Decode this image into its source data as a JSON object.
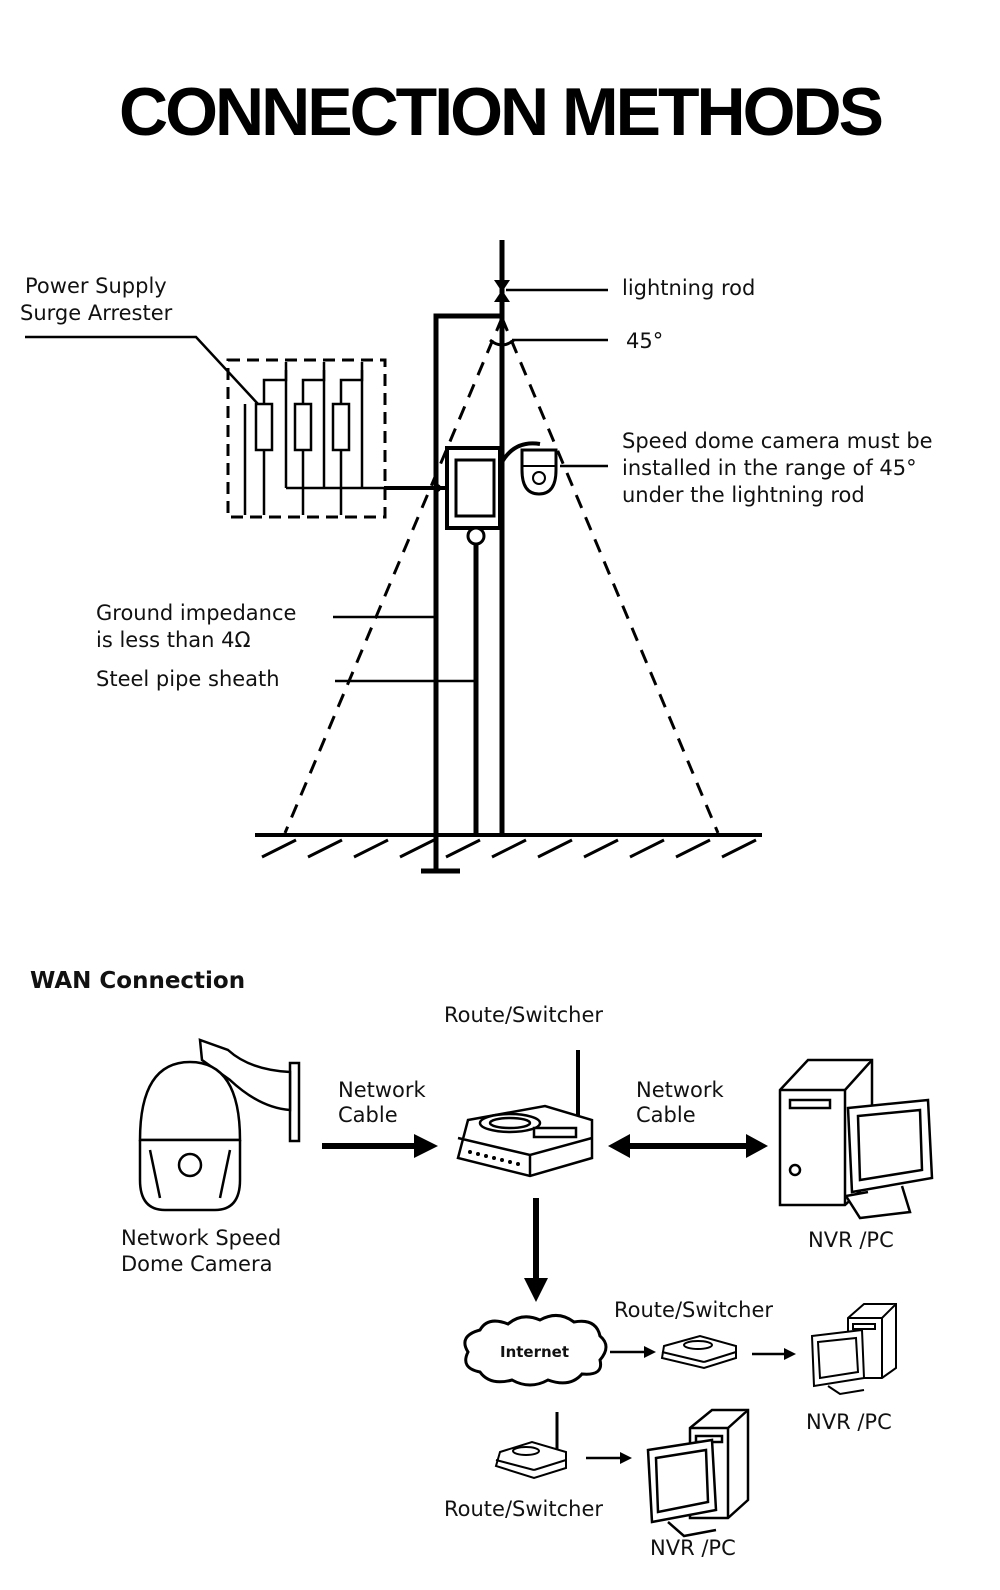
{
  "title": "CONNECTION METHODS",
  "lightning_diagram": {
    "power_supply_label_1": "Power Supply",
    "power_supply_label_2": "Surge Arrester",
    "lightning_rod_label": "lightning rod",
    "angle_label": "45°",
    "dome_note_1": "Speed dome camera must be",
    "dome_note_2": "installed in the range of 45°",
    "dome_note_3": "under the lightning rod",
    "ground_label_1": "Ground impedance",
    "ground_label_2": "is less than 4Ω",
    "steel_pipe_label": "Steel pipe sheath"
  },
  "wan": {
    "title": "WAN Connection",
    "router_top_label": "Route/Switcher",
    "cable_left_1": "Network",
    "cable_left_2": "Cable",
    "cable_right_1": "Network",
    "cable_right_2": "Cable",
    "camera_label_1": "Network Speed",
    "camera_label_2": "Dome Camera",
    "nvr_main_label": "NVR /PC",
    "internet_label": "Internet",
    "router_mid_label": "Route/Switcher",
    "nvr_mid_label": "NVR /PC",
    "router_bottom_label": "Route/Switcher",
    "nvr_bottom_label": "NVR /PC"
  },
  "colors": {
    "line": "#000000",
    "background": "#ffffff"
  }
}
